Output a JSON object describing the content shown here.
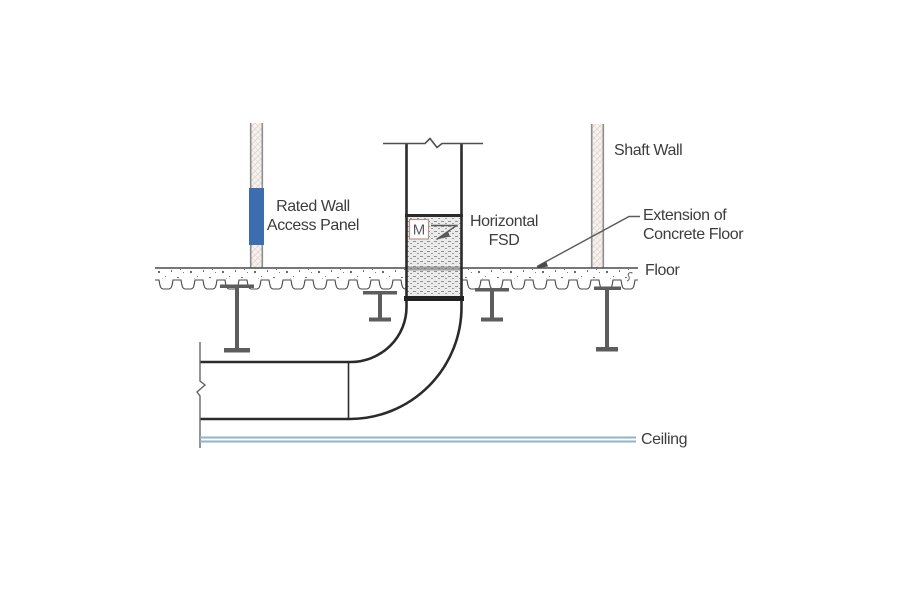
{
  "diagram": {
    "type": "construction-detail",
    "subject": "Horizontal fire/smoke damper (FSD) installation at shaft wall and floor"
  },
  "labels": {
    "shaft_wall": "Shaft Wall",
    "rated_wall_line1": "Rated Wall",
    "rated_wall_line2": "Access Panel",
    "horizontal_fsd_line1": "Horizontal",
    "horizontal_fsd_line2": "FSD",
    "extension_line1": "Extension of",
    "extension_line2": "Concrete Floor",
    "floor": "Floor",
    "ceiling": "Ceiling",
    "motor": "M"
  },
  "colors": {
    "access_panel_blue": "#3c6dae",
    "ceiling_blue": "#8fb6c4",
    "duct_line": "#2b2b2b",
    "beam_gray": "#5d5d5d",
    "text_gray": "#3d3d3d"
  }
}
